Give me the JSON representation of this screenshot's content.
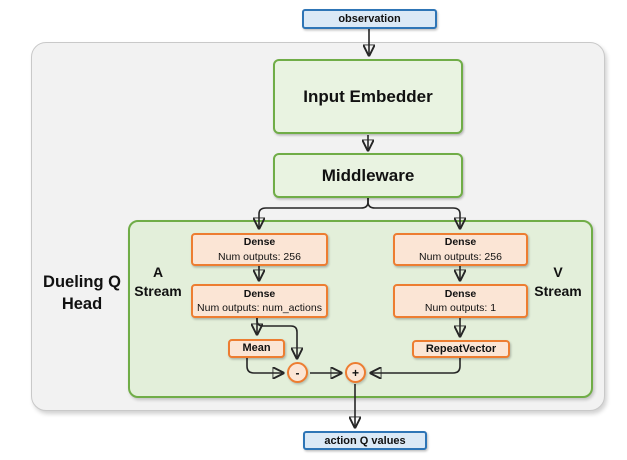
{
  "diagram": {
    "nodes": {
      "observation": "observation",
      "input_embedder": "Input Embedder",
      "middleware": "Middleware",
      "head_label": {
        "line1": "Dueling Q",
        "line2": "Head"
      },
      "a_stream_label": {
        "line1": "A",
        "line2": "Stream"
      },
      "v_stream_label": {
        "line1": "V",
        "line2": "Stream"
      },
      "a_dense_1": {
        "title": "Dense",
        "subtitle": "Num outputs: 256"
      },
      "a_dense_2": {
        "title": "Dense",
        "subtitle": "Num outputs: num_actions"
      },
      "mean": "Mean",
      "v_dense_1": {
        "title": "Dense",
        "subtitle": "Num outputs: 256"
      },
      "v_dense_2": {
        "title": "Dense",
        "subtitle": "Num outputs: 1"
      },
      "repeat_vector": "RepeatVector",
      "minus_op": "-",
      "plus_op": "+",
      "action_q_values": "action Q values"
    },
    "colors": {
      "blue_border": "#2e75b6",
      "blue_fill": "#dbe9f6",
      "green_border": "#70ad47",
      "green_node_fill": "#e9f3e1",
      "head_container_fill": "#e3efda",
      "orange_border": "#ed7d31",
      "orange_fill": "#fbe5d5",
      "outer_container_fill": "#f2f2f2",
      "outer_container_border": "#c9c9c9",
      "arrow": "#262626"
    }
  }
}
